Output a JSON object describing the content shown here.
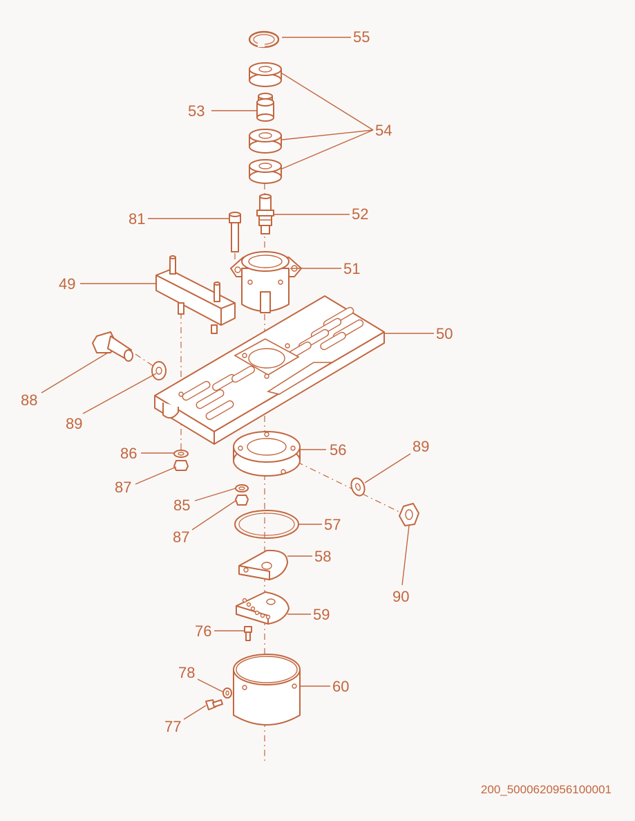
{
  "colors": {
    "line": "#c2663e",
    "background": "#faf8f7",
    "fill": "#ffffff"
  },
  "callouts": [
    "55",
    "54",
    "53",
    "52",
    "81",
    "51",
    "49",
    "50",
    "88",
    "89",
    "86",
    "56",
    "89",
    "87",
    "85",
    "57",
    "87",
    "58",
    "90",
    "59",
    "76",
    "78",
    "60",
    "77"
  ],
  "drawing_id": "200_5000620956100001"
}
